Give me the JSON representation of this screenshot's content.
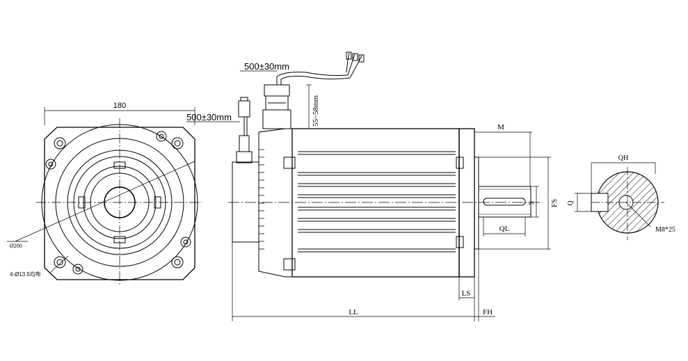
{
  "front_view": {
    "width_dim": "180",
    "diameter_label": "Ø200",
    "holes_label": "4-Ø13.5均布"
  },
  "side_view": {
    "cable1_length": "500±30mm",
    "cable2_length": "500±30mm",
    "connector_height": "55~58mm",
    "dim_M": "M",
    "dim_FS": "FS",
    "dim_S": "S",
    "dim_QL": "QL",
    "dim_LS": "LS",
    "dim_LL": "LL",
    "dim_FH": "FH"
  },
  "shaft_section": {
    "dim_QH": "QH",
    "dim_Q": "Q",
    "thread_label": "M8*25"
  }
}
